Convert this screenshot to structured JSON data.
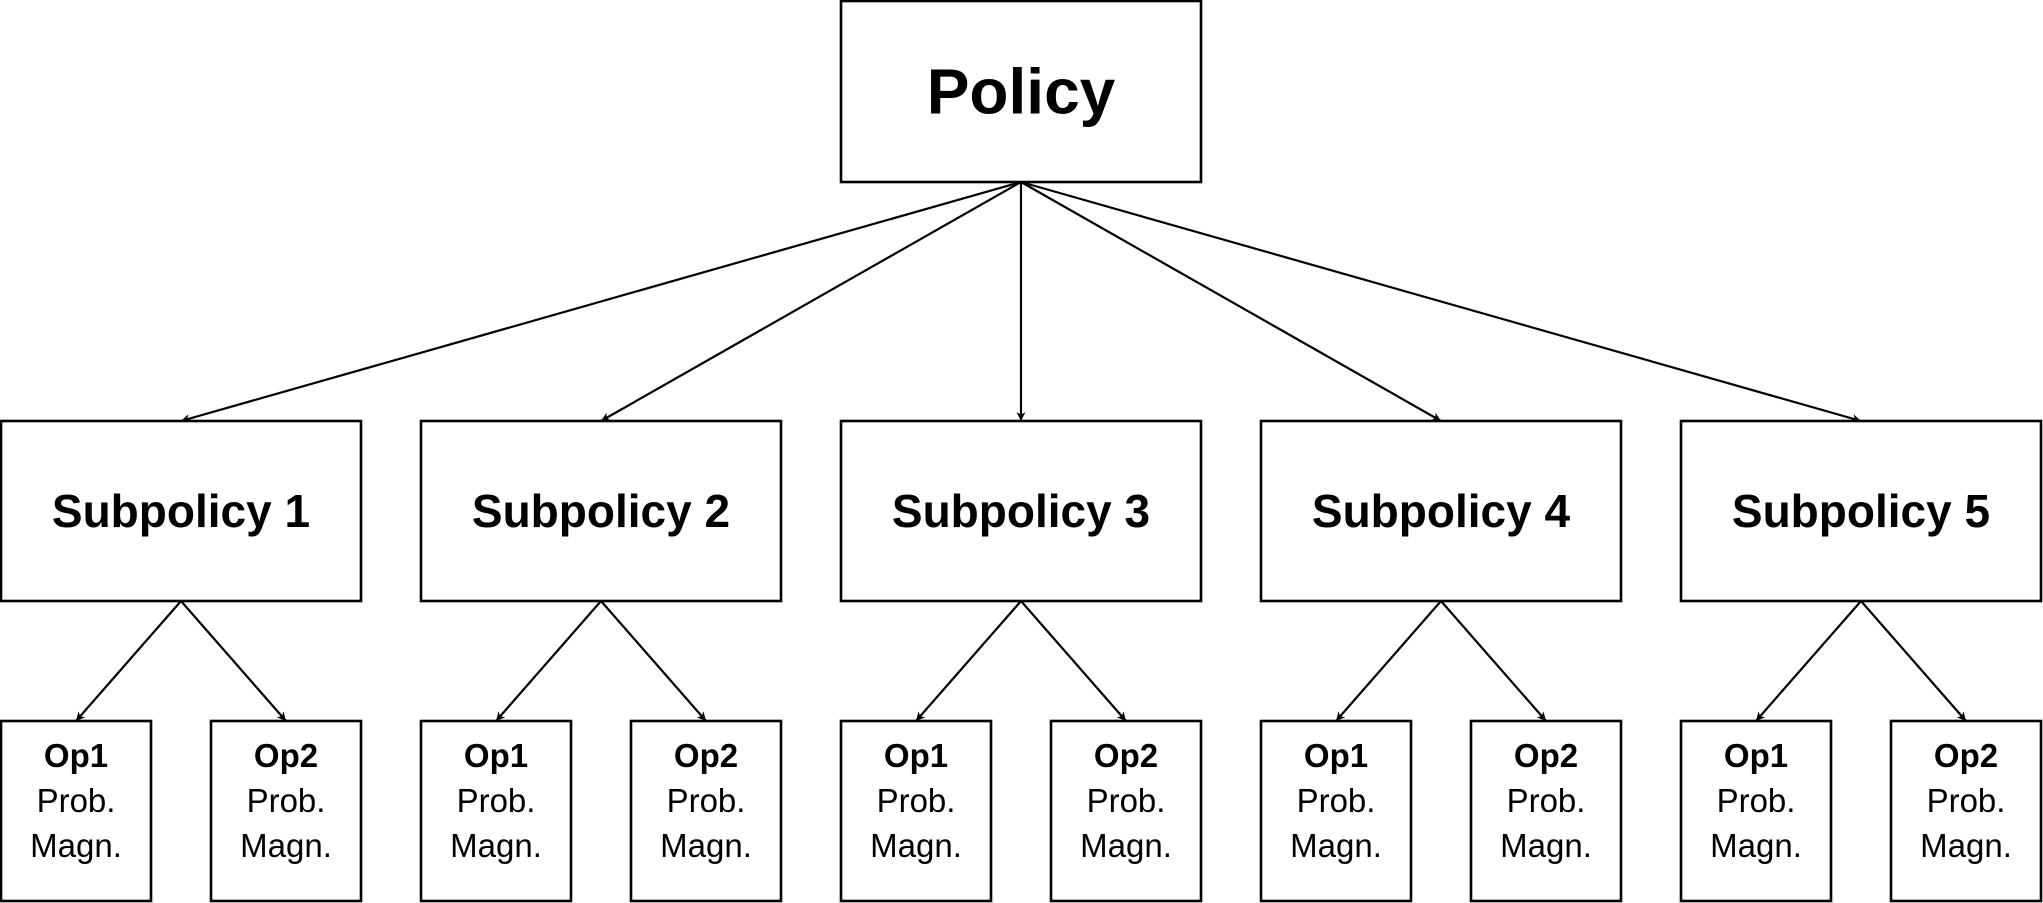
{
  "root": {
    "label": "Policy"
  },
  "subpolicies": [
    {
      "label": "Subpolicy 1",
      "ops": [
        {
          "name": "Op1",
          "prob": "Prob.",
          "magn": "Magn."
        },
        {
          "name": "Op2",
          "prob": "Prob.",
          "magn": "Magn."
        }
      ]
    },
    {
      "label": "Subpolicy 2",
      "ops": [
        {
          "name": "Op1",
          "prob": "Prob.",
          "magn": "Magn."
        },
        {
          "name": "Op2",
          "prob": "Prob.",
          "magn": "Magn."
        }
      ]
    },
    {
      "label": "Subpolicy 3",
      "ops": [
        {
          "name": "Op1",
          "prob": "Prob.",
          "magn": "Magn."
        },
        {
          "name": "Op2",
          "prob": "Prob.",
          "magn": "Magn."
        }
      ]
    },
    {
      "label": "Subpolicy 4",
      "ops": [
        {
          "name": "Op1",
          "prob": "Prob.",
          "magn": "Magn."
        },
        {
          "name": "Op2",
          "prob": "Prob.",
          "magn": "Magn."
        }
      ]
    },
    {
      "label": "Subpolicy 5",
      "ops": [
        {
          "name": "Op1",
          "prob": "Prob.",
          "magn": "Magn."
        },
        {
          "name": "Op2",
          "prob": "Prob.",
          "magn": "Magn."
        }
      ]
    }
  ]
}
